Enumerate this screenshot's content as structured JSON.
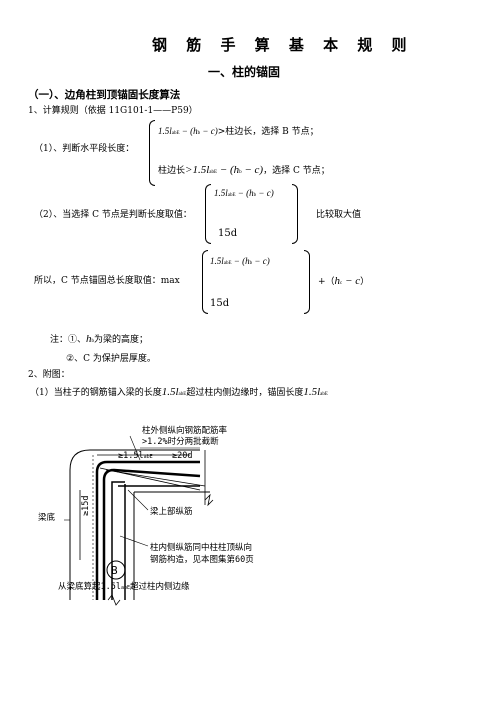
{
  "title": "钢 筋 手 算 基 本 规 则",
  "section": "一、柱的锚固",
  "subsection": "（一）、边角柱到顶锚固长度算法",
  "item1": "1、计算规则（依据 11G101-1——P59）",
  "item1_1_label": "（1）、判断水平段长度：",
  "case1_expr": "1.5l",
  "case1_sub": "abE",
  "case1_rest": " − (h",
  "case1_sub2": "b",
  "case1_tail": " − c)",
  "case1_text": ">柱边长，选择 B 节点；",
  "case2_prefix": "柱边长",
  "case2_expr": ">1.5l",
  "case2_sub": "abE",
  "case2_rest": " − (h",
  "case2_sub2": "b",
  "case2_tail": " − c)",
  "case2_text": "，选择 C 节点；",
  "item1_2_label": "（2）、当选择 C 节点是判断长度取值：",
  "item1_2_expr": "1.5l",
  "item1_2_sub": "abE",
  "item1_2_rest": " − (h",
  "item1_2_sub2": "b",
  "item1_2_tail": " − c)",
  "item1_2_val": "15d",
  "item1_2_note": "比较取大值",
  "so_label": "所以，C 节点锚固总长度取值：max",
  "so_expr": "1.5l",
  "so_sub": "abE",
  "so_rest": " − (h",
  "so_sub2": "b",
  "so_tail": " − c)",
  "so_val": "15d",
  "so_plus": "+（",
  "so_h": "h",
  "so_hsub": "c",
  "so_minus": " − c",
  "so_close": "）",
  "note_label": "注：①、",
  "note1_h": "h",
  "note1_sub": "b",
  "note1_text": "为梁的高度；",
  "note2": "②、C 为保护层厚度。",
  "item2": "2、附图：",
  "fig_caption_a": "（1）当柱子的钢筋锚入梁的长度",
  "fig_caption_expr1": "1.5l",
  "fig_caption_sub1": "abE",
  "fig_caption_b": "超过柱内侧边缘时，锚固长度",
  "fig_caption_expr2": "1.5l",
  "fig_caption_sub2": "abE",
  "diagram": {
    "ann_top1": "柱外侧纵向钢筋配筋率",
    "ann_top2": ">1.2%时分两批截断",
    "ann_len": "≥1.5l",
    "ann_len_sub": "abE",
    "ann_20d": "≥20d",
    "ann_15d": "≥15d",
    "ann_liangdi": "梁底",
    "ann_beam": "梁上部纵筋",
    "ann_col1": "柱内侧纵筋同中柱柱顶纵向",
    "ann_col2": "钢筋构造，见本图集第60页",
    "node_label": "B",
    "ann_bottom": "从梁底算起1.5l",
    "ann_bottom_sub": "abE",
    "ann_bottom_tail": "超过柱内侧边缘"
  }
}
